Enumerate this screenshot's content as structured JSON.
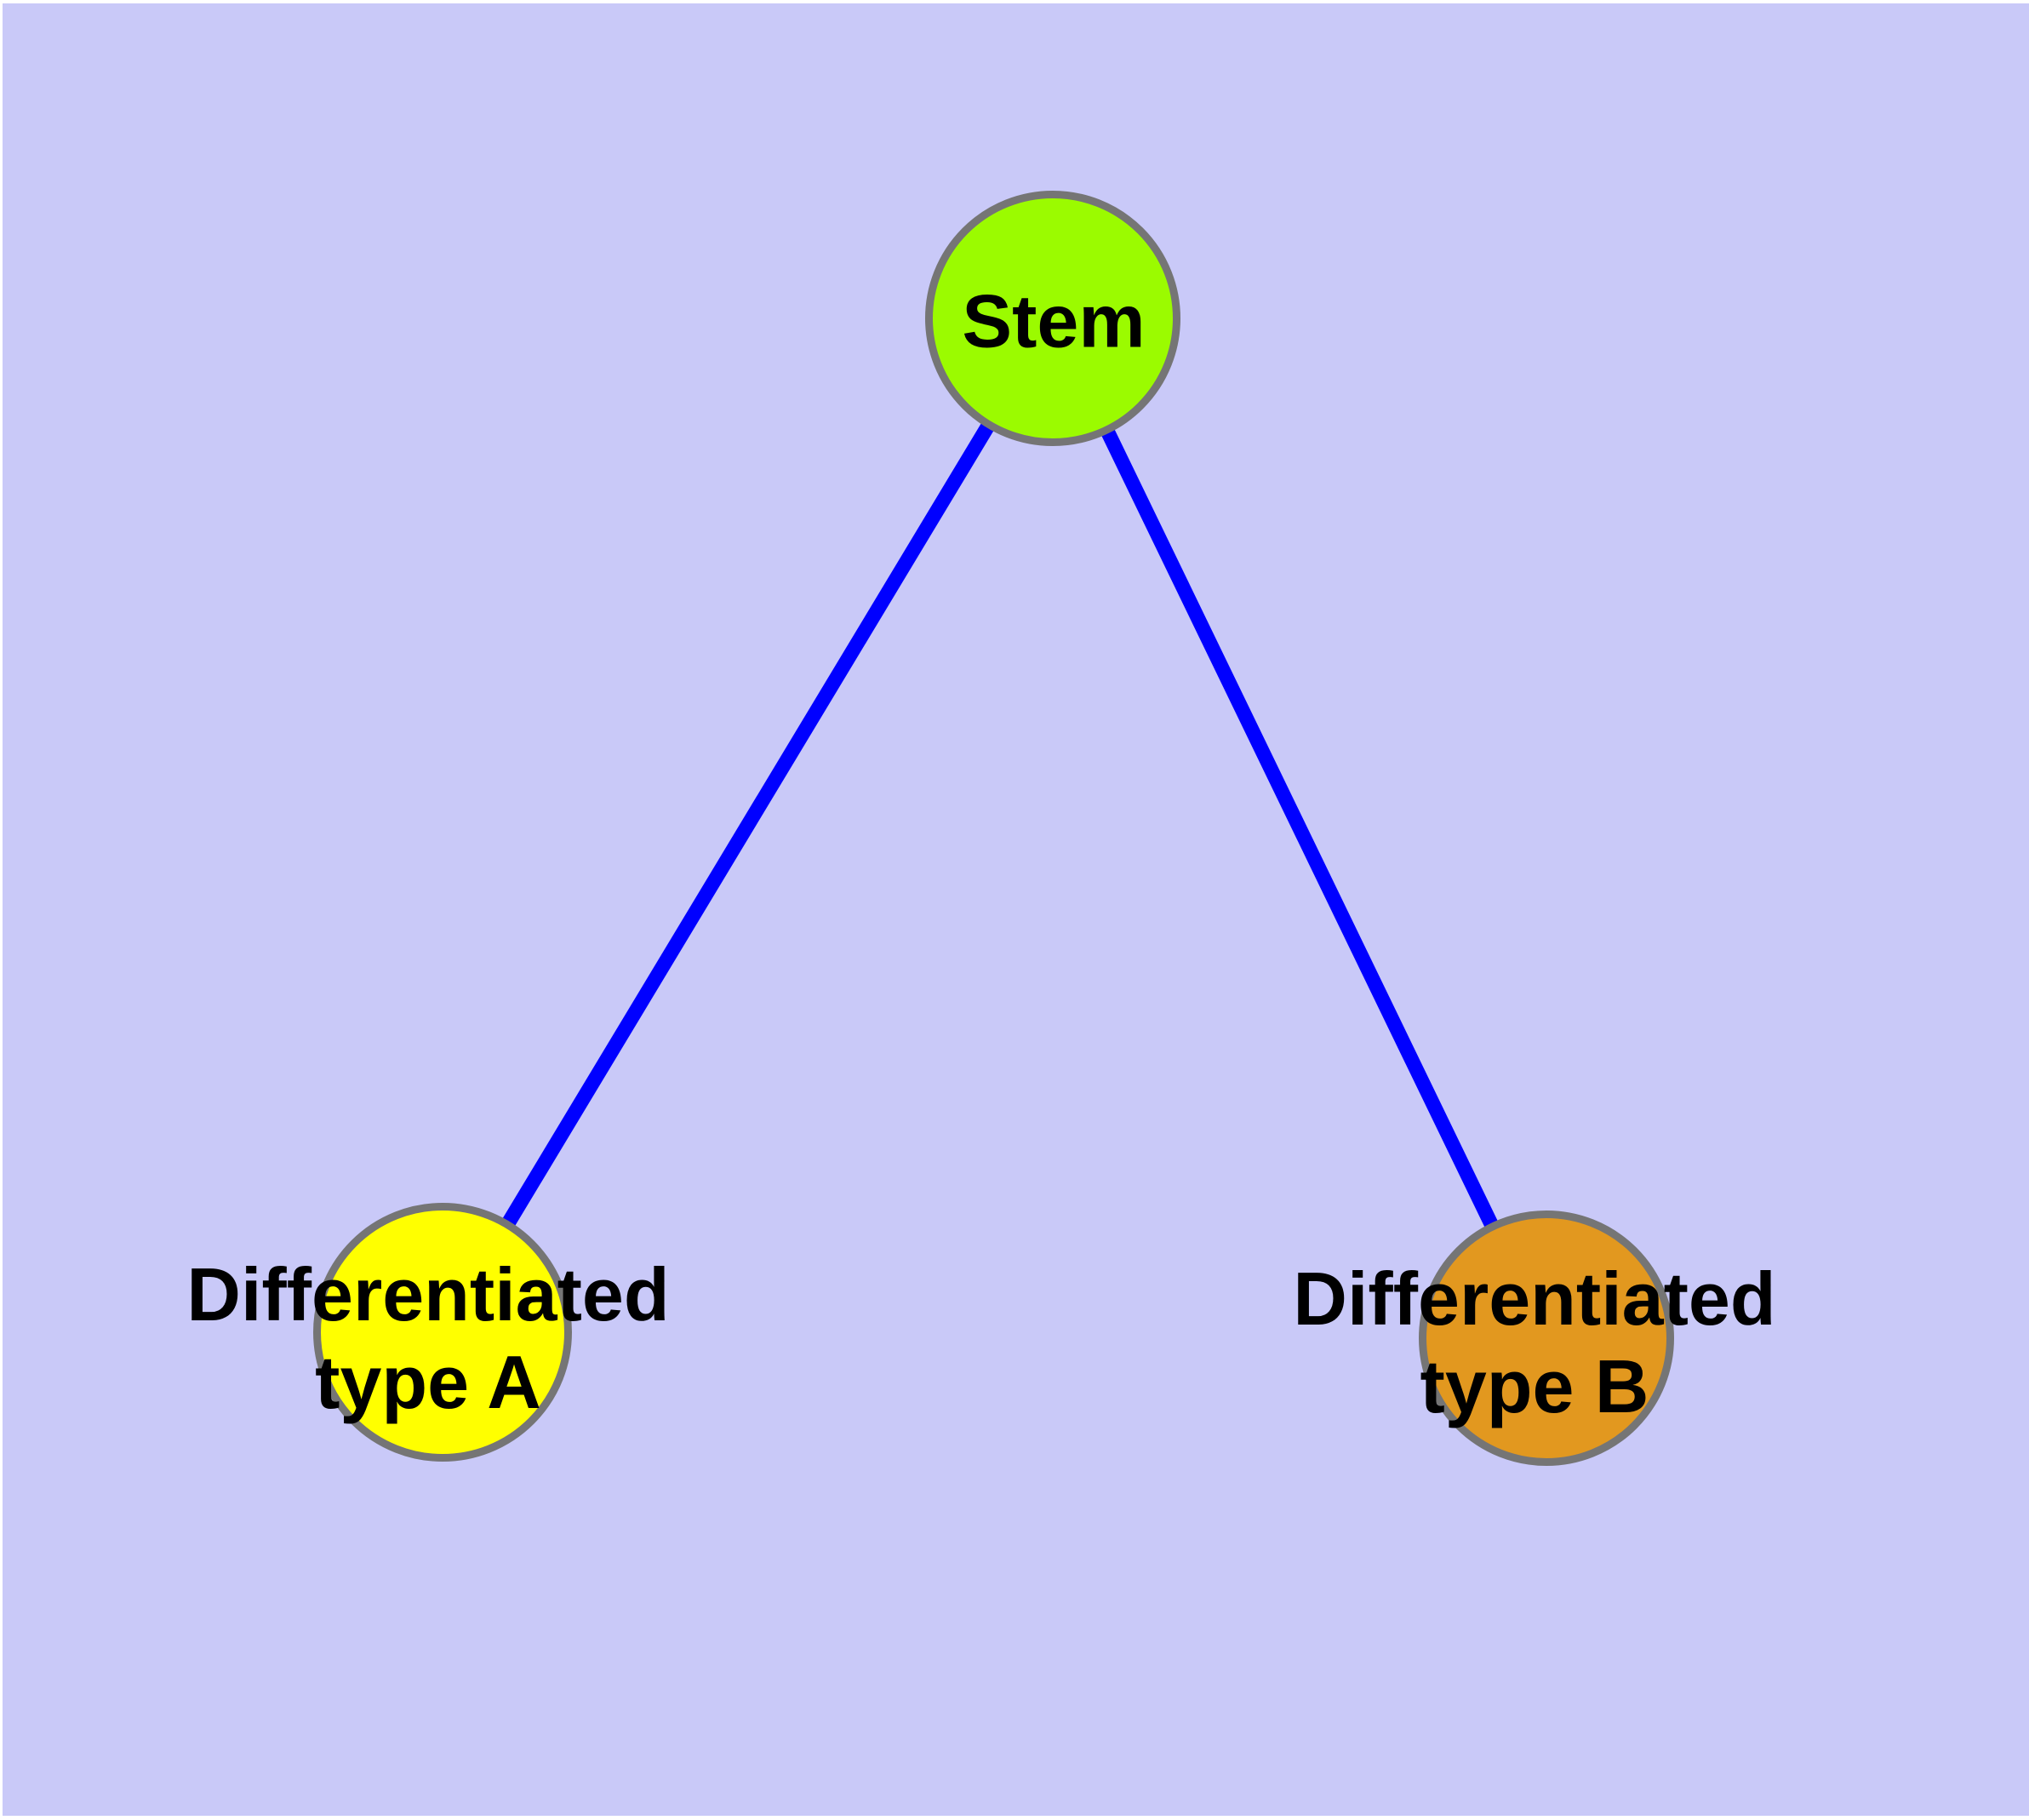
{
  "diagram": {
    "type": "node-link-graph",
    "colors": {
      "page_margin": "#FFFFFF",
      "background": "#C9C9F8",
      "node_border": "#757575",
      "edge": "#0000FF",
      "label_text": "#000000"
    },
    "nodes": {
      "stem": {
        "label": "Stem",
        "fill": "#9BFB00"
      },
      "type_a": {
        "label_line1": "Differentiated",
        "label_line2": "type A",
        "fill": "#FFFF00"
      },
      "type_b": {
        "label_line1": "Differentiated",
        "label_line2": "type B",
        "fill": "#E2981F"
      }
    },
    "edges": [
      {
        "from": "Stem",
        "to": "Differentiated type A"
      },
      {
        "from": "Stem",
        "to": "Differentiated type B"
      }
    ]
  }
}
